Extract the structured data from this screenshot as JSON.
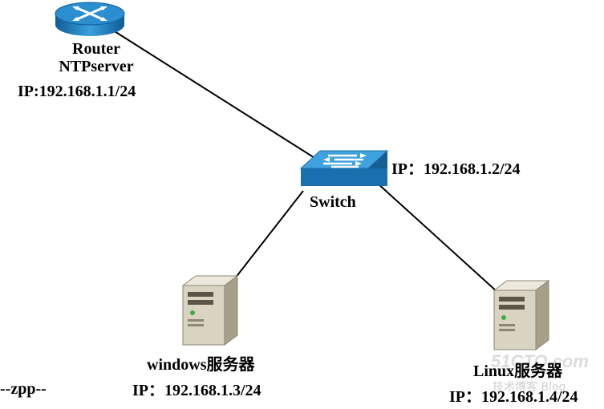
{
  "router": {
    "name": "Router",
    "role": "NTPserver",
    "ip": "IP:192.168.1.1/24"
  },
  "switch": {
    "name": "Switch",
    "ip": "IP：192.168.1.2/24"
  },
  "windows_server": {
    "name": "windows服务器",
    "ip": "IP：192.168.1.3/24"
  },
  "linux_server": {
    "name": "Linux服务器",
    "ip": "IP：192.168.1.4/24"
  },
  "author": "--zpp--",
  "watermark": {
    "site": "51CTO.com",
    "subtitle": "技术博客 Blog"
  },
  "colors": {
    "device_blue": "#1c7ec0",
    "device_blue_light": "#5fb3e6",
    "server_beige": "#d9d3c2",
    "link": "#000000"
  },
  "icons": [
    "router-icon",
    "switch-icon",
    "server-icon"
  ]
}
